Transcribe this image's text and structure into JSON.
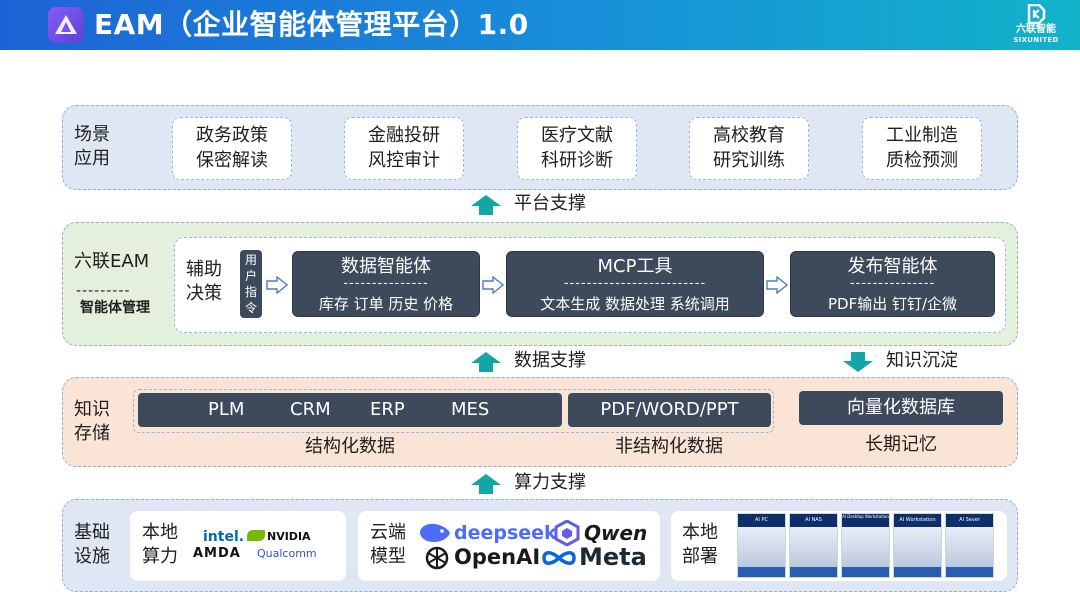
{
  "header": {
    "title": "EAM（企业智能体管理平台）1.0",
    "brand_cn": "六联智能",
    "brand_en": "SIXUNITED",
    "colors": {
      "gradient_start": "#1e63d6",
      "gradient_end": "#12b3c9",
      "logo_bg": "#6a47e6"
    }
  },
  "scene": {
    "label_line1": "场景",
    "label_line2": "应用",
    "cards": [
      {
        "line1": "政务政策",
        "line2": "保密解读"
      },
      {
        "line1": "金融投研",
        "line2": "风控审计"
      },
      {
        "line1": "医疗文献",
        "line2": "科研诊断"
      },
      {
        "line1": "高校教育",
        "line2": "研究训练"
      },
      {
        "line1": "工业制造",
        "line2": "质检预测"
      }
    ]
  },
  "arrows": {
    "platform_support": "平台支撑",
    "data_support": "数据支撑",
    "knowledge_deposit": "知识沉淀",
    "compute_support": "算力支撑",
    "color": "#13a6a6"
  },
  "eam": {
    "title": "六联EAM",
    "dashes": "---------",
    "subtitle": "智能体管理",
    "decision_line1": "辅助",
    "decision_line2": "决策",
    "user_cmd": [
      "用",
      "户",
      "指",
      "令"
    ],
    "boxes": [
      {
        "title": "数据智能体",
        "dash": "---------------",
        "sub": "库存 订单 历史 价格"
      },
      {
        "title": "MCP工具",
        "dash": "-------------------------",
        "sub": "文本生成 数据处理 系统调用"
      },
      {
        "title": "发布智能体",
        "dash": "---------------",
        "sub": "PDF输出 钉钉/企微"
      }
    ]
  },
  "knowledge": {
    "label_line1": "知识",
    "label_line2": "存储",
    "structured_items": [
      "PLM",
      "CRM",
      "ERP",
      "MES"
    ],
    "unstructured_item": "PDF/WORD/PPT",
    "vector_db": "向量化数据库",
    "structured_caption": "结构化数据",
    "unstructured_caption": "非结构化数据",
    "memory_caption": "长期记忆"
  },
  "infra": {
    "label_line1": "基础",
    "label_line2": "设施",
    "local_compute_1": "本地",
    "local_compute_2": "算力",
    "cloud_1": "云端",
    "cloud_2": "模型",
    "deploy_1": "本地",
    "deploy_2": "部署",
    "vendors": {
      "intel": "intel.",
      "nvidia": "NVIDIA",
      "amd": "AMDA",
      "qualcomm": "Qualcomm"
    },
    "models": {
      "deepseek": "deepseek",
      "qwen": "Qwen",
      "openai": "OpenAI",
      "meta": "Meta"
    },
    "products": [
      "AI PC",
      "AI NAS",
      "AI Desktop Workstation",
      "AI Workstation",
      "AI Sever"
    ]
  }
}
